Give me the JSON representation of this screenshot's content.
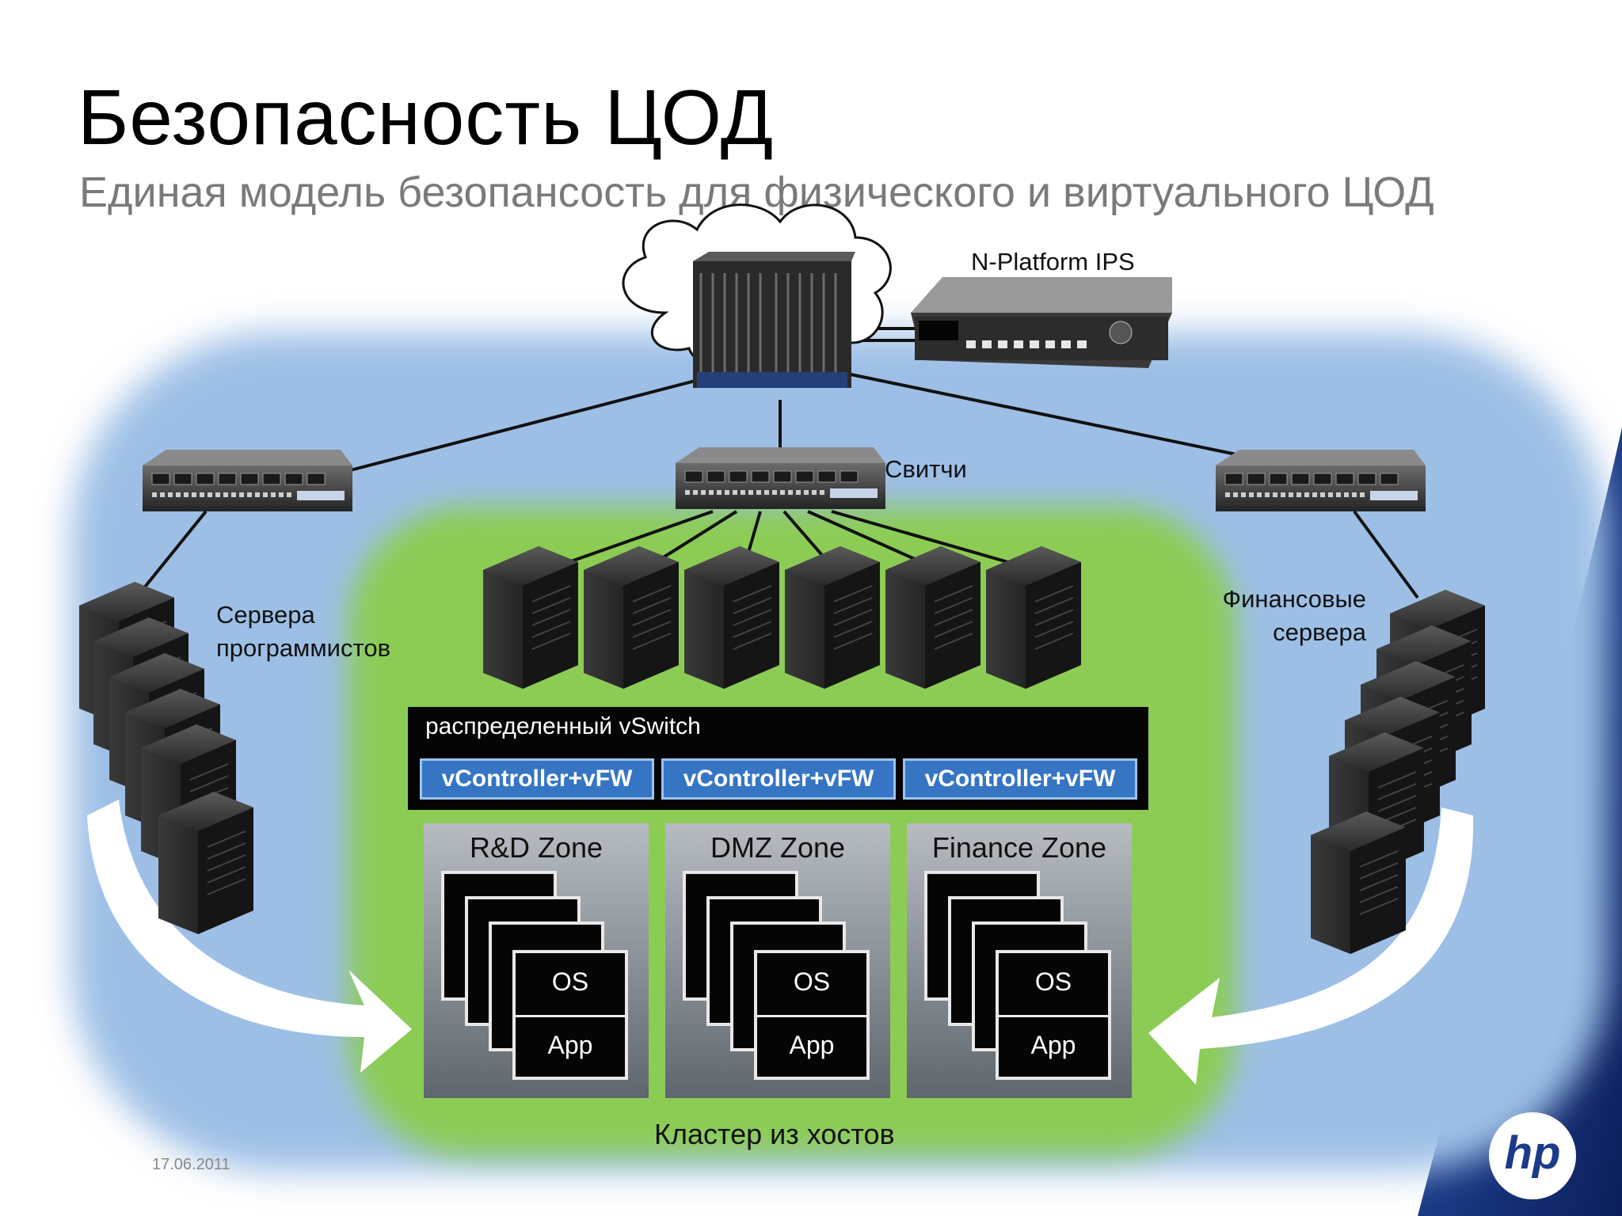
{
  "slide": {
    "title": "Безопасность ЦОД",
    "subtitle": "Единая модель безопансость для физического и виртуального ЦОД",
    "date": "17.06.2011",
    "logo_text": "hp"
  },
  "labels": {
    "ips": "N-Platform IPS",
    "switches": "Свитчи",
    "dev_servers": "Сервера программистов",
    "fin_servers": "Финансовые сервера",
    "cluster": "Кластер из хостов"
  },
  "vswitch": {
    "title": "распределенный vSwitch",
    "controllers": [
      "vController+vFW",
      "vController+vFW",
      "vController+vFW"
    ]
  },
  "zones": [
    {
      "name": "R&D Zone",
      "os": "OS",
      "app": "App"
    },
    {
      "name": "DMZ Zone",
      "os": "OS",
      "app": "App"
    },
    {
      "name": "Finance Zone",
      "os": "OS",
      "app": "App"
    }
  ],
  "colors": {
    "outer_zone": "#9dbfe6",
    "cluster_zone": "#8ccc55",
    "controller": "#3575c4",
    "hp_background": "#1b3a8c"
  }
}
